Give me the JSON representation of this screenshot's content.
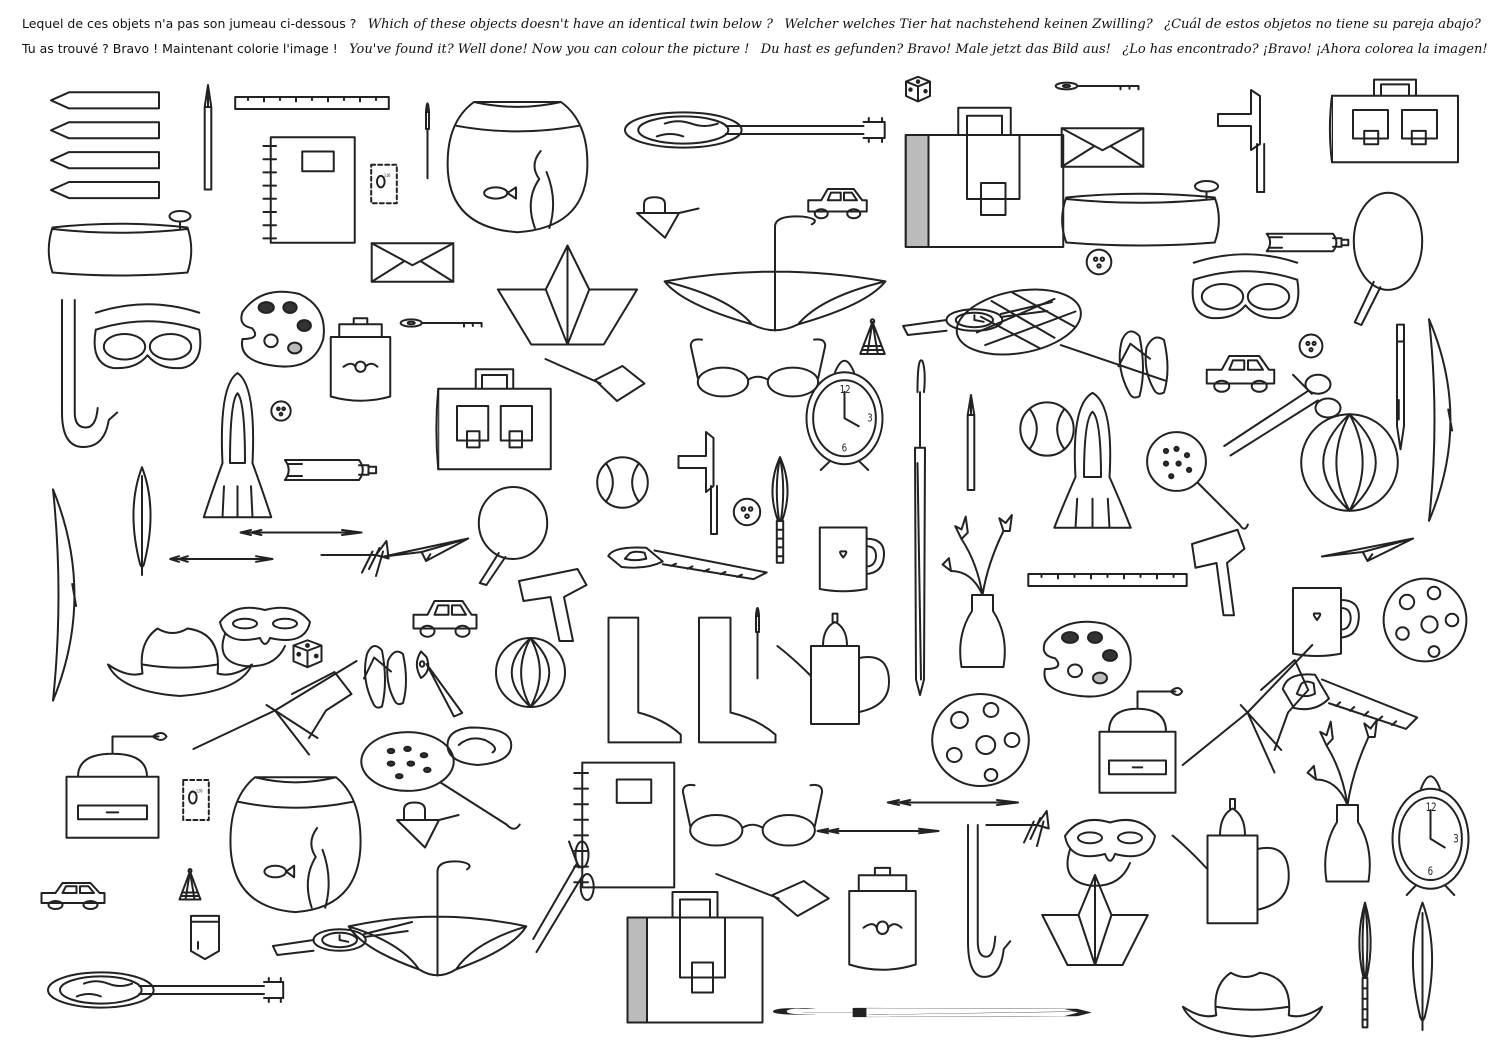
{
  "instructions": {
    "line1": {
      "fr": "Lequel de ces objets n'a pas son jumeau ci-dessous ?",
      "en": "Which of these objects doesn't have an identical twin below ?",
      "de": "Welcher welches Tier hat nachstehend keinen Zwilling?",
      "es": "¿Cuál de estos objetos no tiene su pareja abajo?"
    },
    "line2": {
      "fr": "Tu as trouvé ? Bravo ! Maintenant colorie l'image !",
      "en": "You've found it? Well done! Now you can colour the picture !",
      "de": "Du hast es gefunden? Bravo! Male jetzt das Bild aus!",
      "es": "¿Lo has encontrado? ¡Bravo! ¡Ahora colorea la imagen!"
    }
  },
  "drawing_labels": {
    "clock_12": "12",
    "clock_3": "3",
    "clock_6": "6",
    "stamp_value": "3,00"
  }
}
